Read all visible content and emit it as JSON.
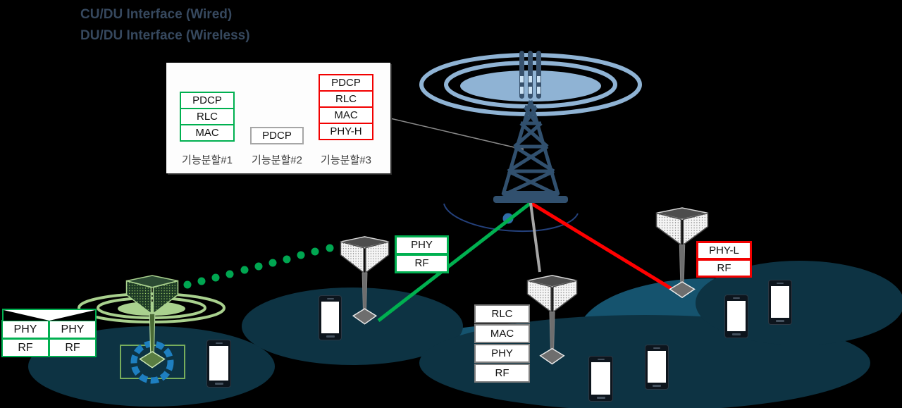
{
  "legend": {
    "line1": "CU/DU Interface (Wired)",
    "line2": "DU/DU Interface (Wireless)"
  },
  "split_panel": {
    "split1": {
      "label": "기능분할#1",
      "layers": [
        "PDCP",
        "RLC",
        "MAC"
      ]
    },
    "split2": {
      "label": "기능분할#2",
      "layers": [
        "PDCP"
      ]
    },
    "split3": {
      "label": "기능분할#3",
      "layers": [
        "PDCP",
        "RLC",
        "MAC",
        "PHY-H"
      ]
    }
  },
  "du_stacks": {
    "left": {
      "col1": [
        "PHY",
        "RF"
      ],
      "col2": [
        "PHY",
        "RF"
      ]
    },
    "mid": {
      "layers": [
        "PHY",
        "RF"
      ]
    },
    "center": {
      "layers": [
        "RLC",
        "MAC",
        "PHY",
        "RF"
      ]
    },
    "right": {
      "layers": [
        "PHY-L",
        "RF"
      ]
    }
  },
  "colors": {
    "background": "#000000",
    "green_accent": "#00B050",
    "red_accent": "#F20000",
    "gray_accent": "#A6A6A6",
    "cell_dark": "#0D3343",
    "cell_light": "#15536E",
    "wave_blue": "#8FB3D4",
    "tower_slate": "#31506E",
    "legend_text": "#36485E",
    "ring_teal": "#1E7FC0",
    "orbit_blue": "#24417C"
  }
}
